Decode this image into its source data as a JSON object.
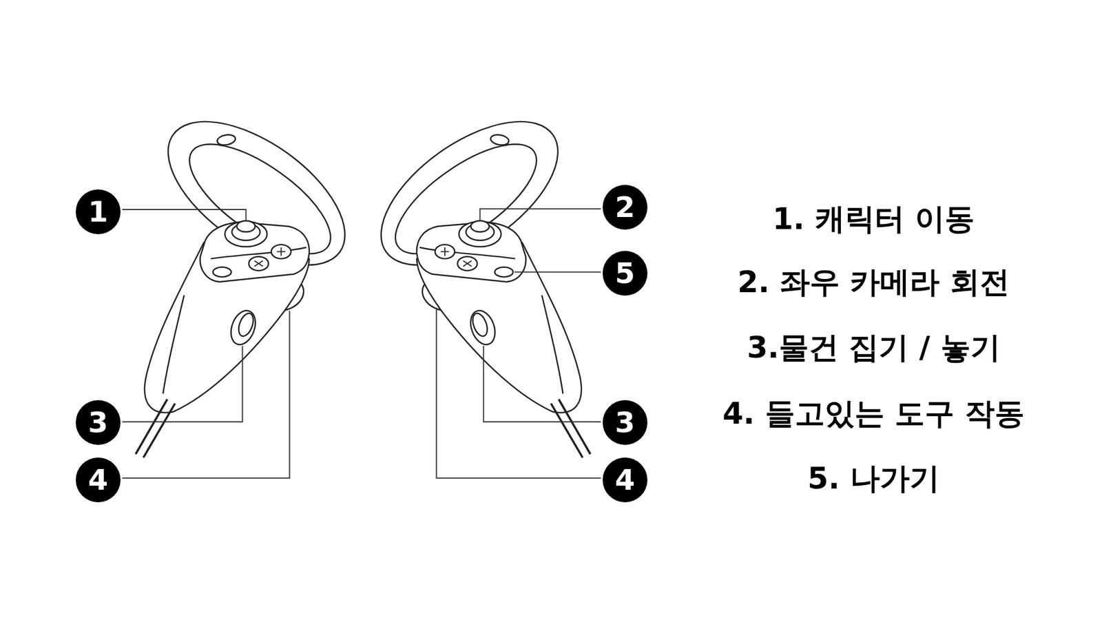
{
  "diagram": {
    "nodes": [
      {
        "text": [
          "1"
        ]
      },
      {
        "text": [
          "2"
        ]
      },
      {
        "text": [
          "5"
        ]
      },
      {
        "text": [
          "3"
        ]
      },
      {
        "text": [
          "3"
        ]
      },
      {
        "text": [
          "4"
        ]
      },
      {
        "text": [
          "4"
        ]
      }
    ],
    "labels": [
      "1. 캐릭터 이동",
      "2. 좌우 카메라 회전",
      "3.물건 집기 / 놓기",
      "4. 들고있는 도구 작동",
      "5. 나가기"
    ]
  }
}
